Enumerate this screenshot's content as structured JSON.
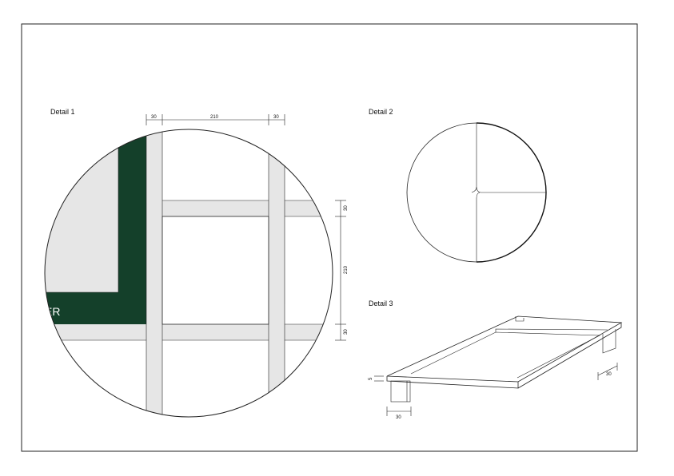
{
  "details": {
    "d1": {
      "title": "Detail 1",
      "partial_text": "ER"
    },
    "d2": {
      "title": "Detail 2"
    },
    "d3": {
      "title": "Detail 3"
    }
  },
  "dimensions": {
    "top_left": "30",
    "top_mid": "210",
    "top_right": "30",
    "side_top": "30",
    "side_mid": "210",
    "side_bottom": "30",
    "d3_height": "5",
    "d3_left_width": "30",
    "d3_right_width": "30"
  },
  "colors": {
    "dark_green": "#14402a",
    "light_gray": "#e6e6e6",
    "line": "#222222"
  }
}
